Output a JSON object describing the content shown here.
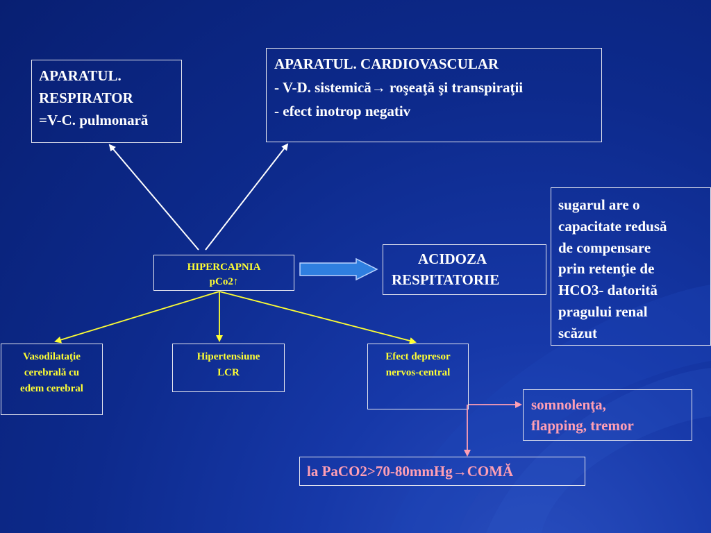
{
  "slide": {
    "respirator": {
      "lines": [
        "APARATUL.",
        "RESPIRATOR",
        "=V-C. pulmonară"
      ]
    },
    "cardiovascular": {
      "lines": [
        "APARATUL. CARDIOVASCULAR",
        "- V-D. sistemică→ roşeaţă şi transpiraţii",
        "- efect inotrop negativ"
      ]
    },
    "hipercapnia": {
      "lines": [
        "HIPERCAPNIA",
        "pCo2↑"
      ]
    },
    "acidoza": {
      "lines": [
        "ACIDOZA",
        "RESPITATORIE"
      ]
    },
    "sugarul": {
      "lines": [
        "sugarul are o",
        "capacitate redusă",
        "de compensare",
        "prin retenţie de",
        "HCO3- datorită",
        "pragului renal",
        "scăzut"
      ]
    },
    "vasodilatatie": {
      "lines": [
        "Vasodilataţie",
        "cerebrală cu",
        "edem cerebral"
      ]
    },
    "hipertensiune": {
      "lines": [
        "Hipertensiune",
        "LCR"
      ]
    },
    "efect": {
      "lines": [
        "Efect depresor",
        "nervos-central"
      ]
    },
    "somnolenta": {
      "lines": [
        "somnolenţa,",
        "flapping, tremor"
      ]
    },
    "coma": {
      "text": "la PaCO2>70-80mmHg→COMĂ"
    }
  },
  "colors": {
    "background": "#0d2a8c",
    "white_text": "#ffffff",
    "yellow_text": "#ffff33",
    "pink_text": "#ff9fb4",
    "arrow_fill": "#2f7fe0"
  }
}
